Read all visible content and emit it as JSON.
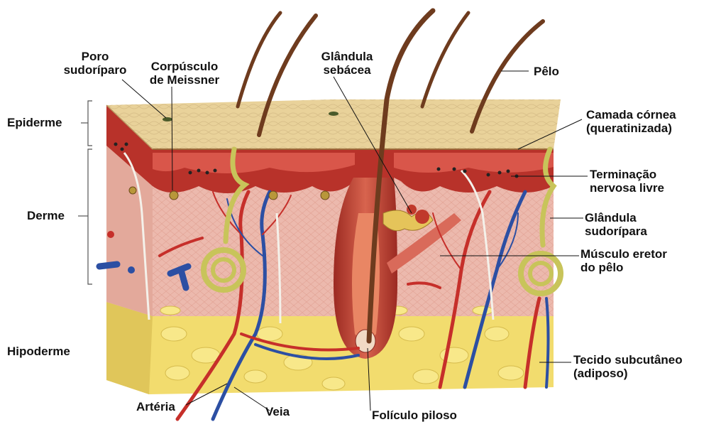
{
  "labels": {
    "poro": [
      "Poro",
      "sudoríparo"
    ],
    "meissner": [
      "Corpúsculo",
      "de Meissner"
    ],
    "sebacea": [
      "Glândula",
      "sebácea"
    ],
    "pelo": "Pêlo",
    "camada": [
      "Camada córnea",
      "(queratinizada)"
    ],
    "terminacao": [
      "Terminação",
      "nervosa livre"
    ],
    "sudoripara": [
      "Glândula",
      "sudorípara"
    ],
    "musculo": [
      "Músculo eretor",
      "do pêlo"
    ],
    "tecido": [
      "Tecido subcutâneo",
      "(adiposo)"
    ],
    "epiderme": "Epiderme",
    "derme": "Derme",
    "hipoderme": "Hipoderme",
    "arteria": "Artéria",
    "veia": "Veia",
    "foliculo": "Folículo piloso"
  },
  "colors": {
    "surface": "#e9d29a",
    "epidermis_red": "#b8322a",
    "dermis": "#ecb9ad",
    "fat": "#f2dc6e",
    "artery": "#c62f2a",
    "vein": "#2c4fa3",
    "gland": "#c8c45a",
    "hair": "#6e3b1e"
  }
}
